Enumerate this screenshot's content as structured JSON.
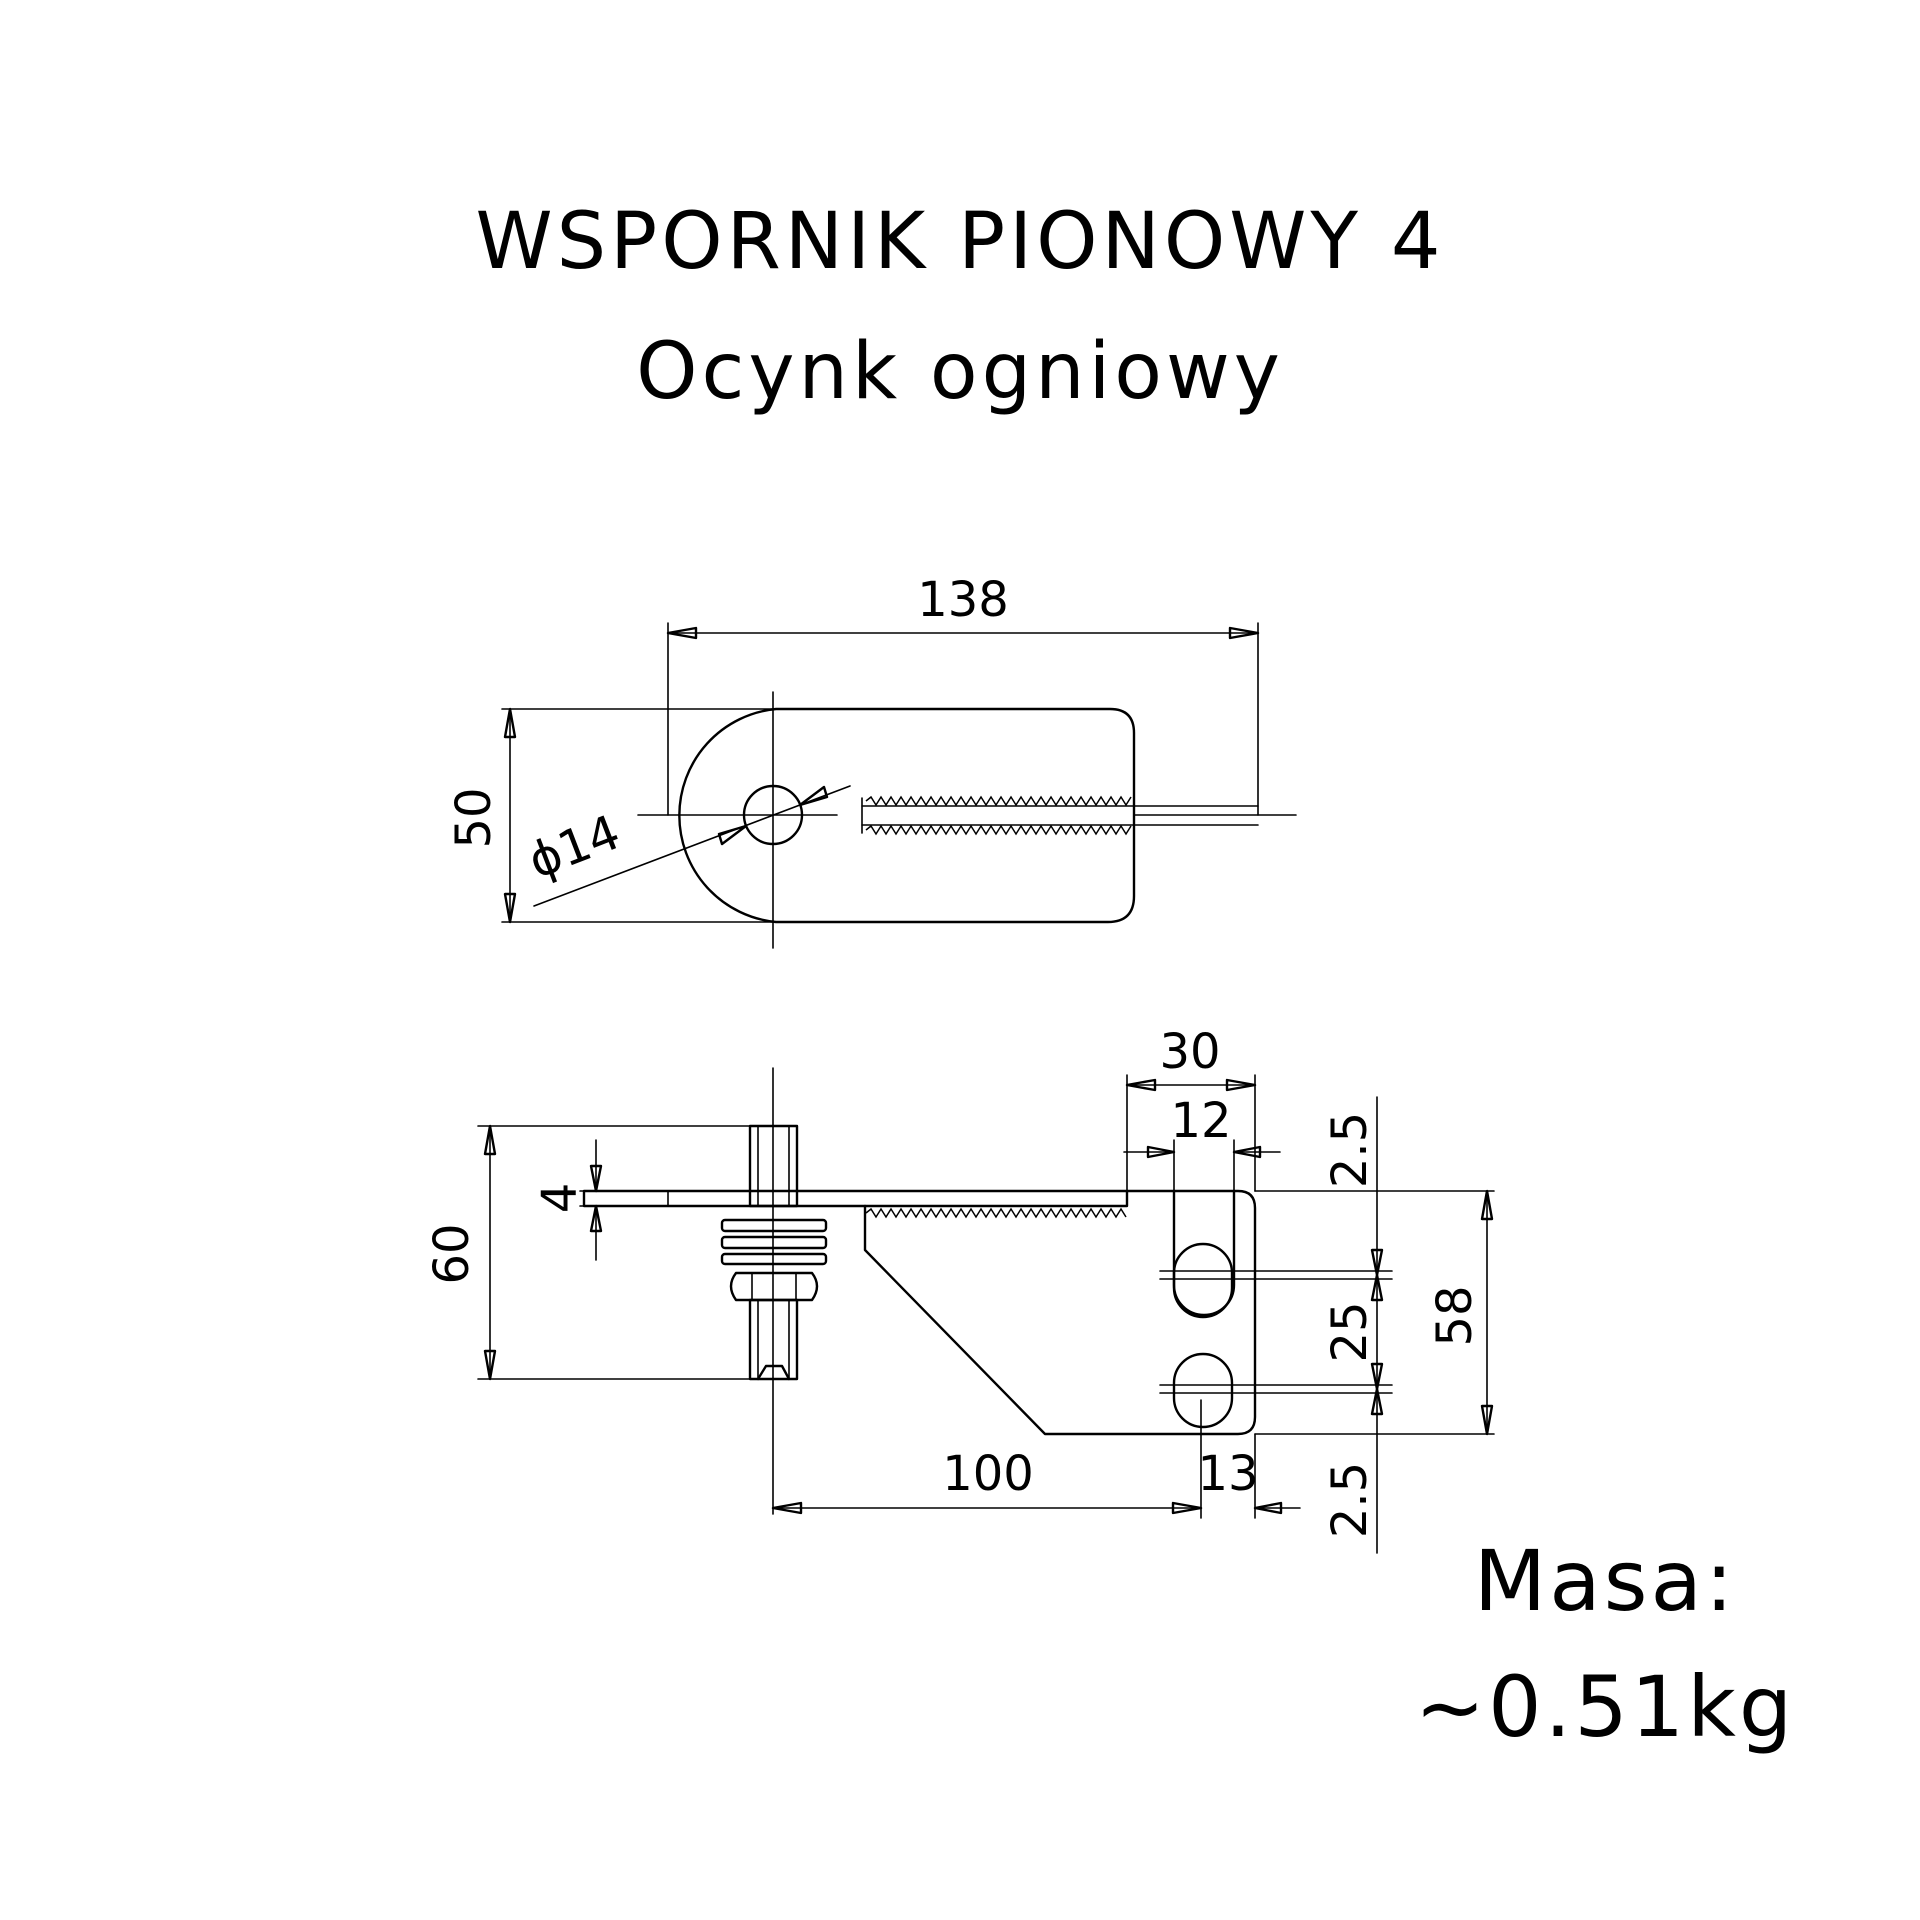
{
  "title": "WSPORNIK PIONOWY 4",
  "subtitle": "Ocynk ogniowy",
  "top_view": {
    "dimensions": {
      "length": "138",
      "width": "50",
      "hole_diameter": "ϕ14"
    }
  },
  "side_view": {
    "dimensions": {
      "flange_width": "30",
      "slot_width": "12",
      "top_offset": "2.5",
      "plate_thickness": "4",
      "height": "60",
      "slot_spacing": "25",
      "flange_height": "58",
      "length": "100",
      "slot_offset": "13",
      "bottom_offset": "2.5"
    }
  },
  "mass": {
    "label": "Masa:",
    "value": "~0.51kg"
  }
}
